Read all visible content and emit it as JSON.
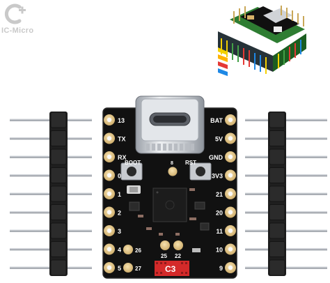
{
  "brand": {
    "logo_text": "IC-Micro"
  },
  "board": {
    "left_labels": [
      "13",
      "TX",
      "RX",
      "0",
      "1",
      "2",
      "3",
      "4",
      "5"
    ],
    "right_labels": [
      "BAT",
      "5V",
      "GND",
      "3V3",
      "21",
      "20",
      "11",
      "10",
      "9"
    ],
    "button_labels": {
      "boot": "BOOT",
      "rst": "RST"
    },
    "center_pin": "8",
    "bottom_pins": [
      "26",
      "27",
      "25",
      "22"
    ],
    "badge": "C3"
  },
  "colors": {
    "pcb": "#121212",
    "gold": "#e4c689",
    "badge": "#d42a2a",
    "header": "#1f1f1f",
    "pin": "#c9ccd1"
  }
}
